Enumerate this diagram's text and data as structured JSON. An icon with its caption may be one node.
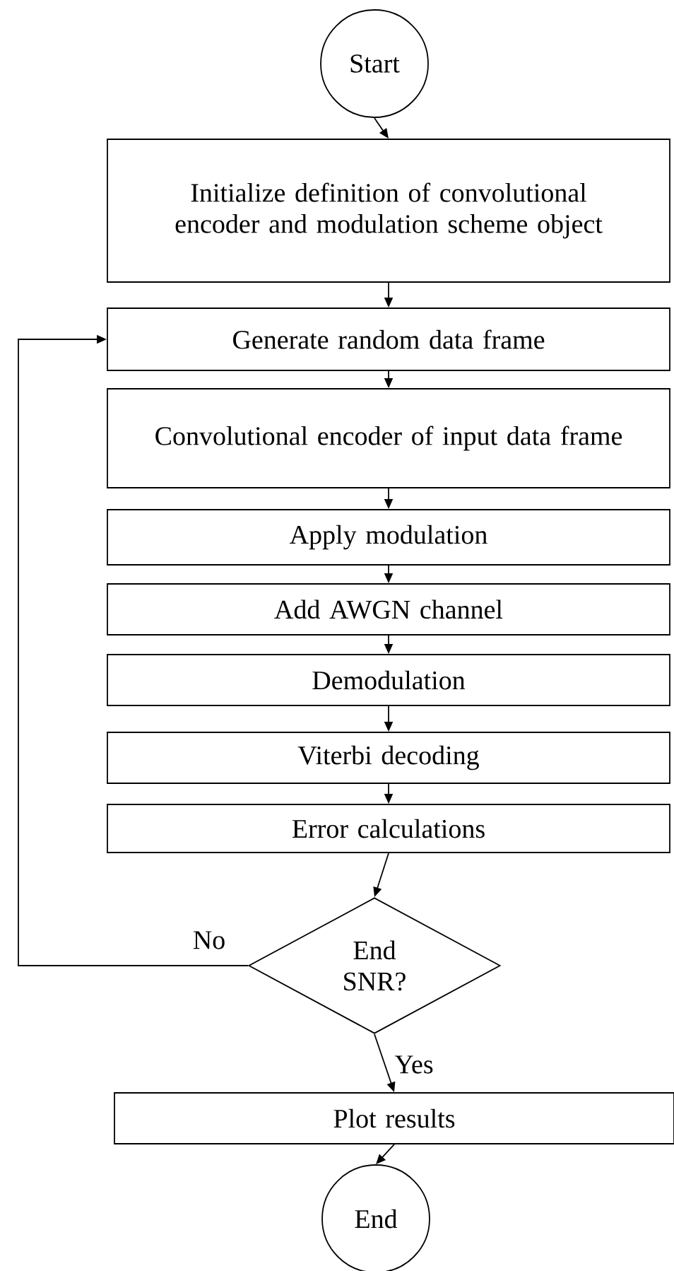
{
  "diagram": {
    "nodes": [
      {
        "text": [
          "Start"
        ]
      },
      {
        "text": [
          "Initialize definition of convolutional encoder and modulation scheme object"
        ]
      },
      {
        "text": [
          "Generate random data frame"
        ]
      },
      {
        "text": [
          "Convolutional encoder of input data frame"
        ]
      },
      {
        "text": [
          "Apply modulation"
        ]
      },
      {
        "text": [
          "Add AWGN channel"
        ]
      },
      {
        "text": [
          "Demodulation"
        ]
      },
      {
        "text": [
          "Viterbi decoding"
        ]
      },
      {
        "text": [
          "Error calculations"
        ]
      },
      {
        "text": [
          "End SNR?"
        ]
      },
      {
        "text": [
          "Plot results"
        ]
      },
      {
        "text": [
          "End"
        ]
      }
    ],
    "edges": [
      {
        "from": 0,
        "to": 1,
        "arrow": "to"
      },
      {
        "from": 1,
        "to": 2,
        "arrow": "to"
      },
      {
        "from": 2,
        "to": 3,
        "arrow": "to"
      },
      {
        "from": 3,
        "to": 4,
        "arrow": "to"
      },
      {
        "from": 4,
        "to": 5,
        "arrow": "to"
      },
      {
        "from": 5,
        "to": 6,
        "arrow": "to"
      },
      {
        "from": 6,
        "to": 7,
        "arrow": "to"
      },
      {
        "from": 7,
        "to": 8,
        "arrow": "to"
      },
      {
        "from": 8,
        "to": 9,
        "arrow": "to"
      },
      {
        "from": 9,
        "to": 2,
        "arrow": "to",
        "label": "No"
      },
      {
        "from": 9,
        "to": 10,
        "arrow": "to",
        "label": "Yes"
      },
      {
        "from": 10,
        "to": 11,
        "arrow": "to"
      }
    ]
  }
}
